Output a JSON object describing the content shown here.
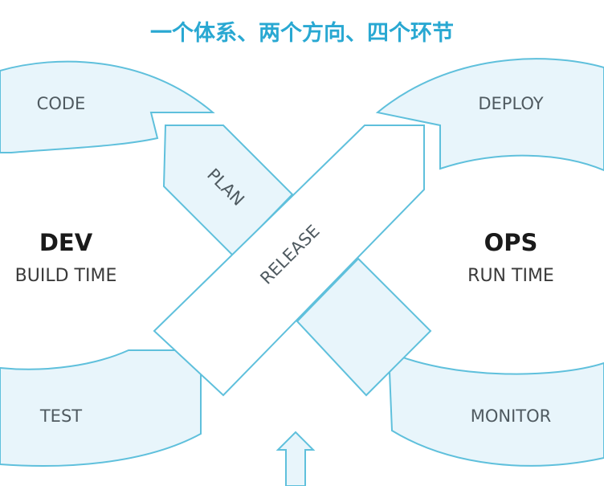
{
  "title": "一个体系、两个方向、四个环节",
  "dev": {
    "name": "DEV",
    "subtitle": "BUILD TIME"
  },
  "ops": {
    "name": "OPS",
    "subtitle": "RUN TIME"
  },
  "stages": {
    "code": "CODE",
    "plan": "PLAN",
    "release": "RELEASE",
    "deploy": "DEPLOY",
    "test": "TEST",
    "monitor": "MONITOR"
  },
  "colors": {
    "title": "#29a8d2",
    "band_fill": "#e8f5fb",
    "band_stroke": "#5fc0dc"
  }
}
